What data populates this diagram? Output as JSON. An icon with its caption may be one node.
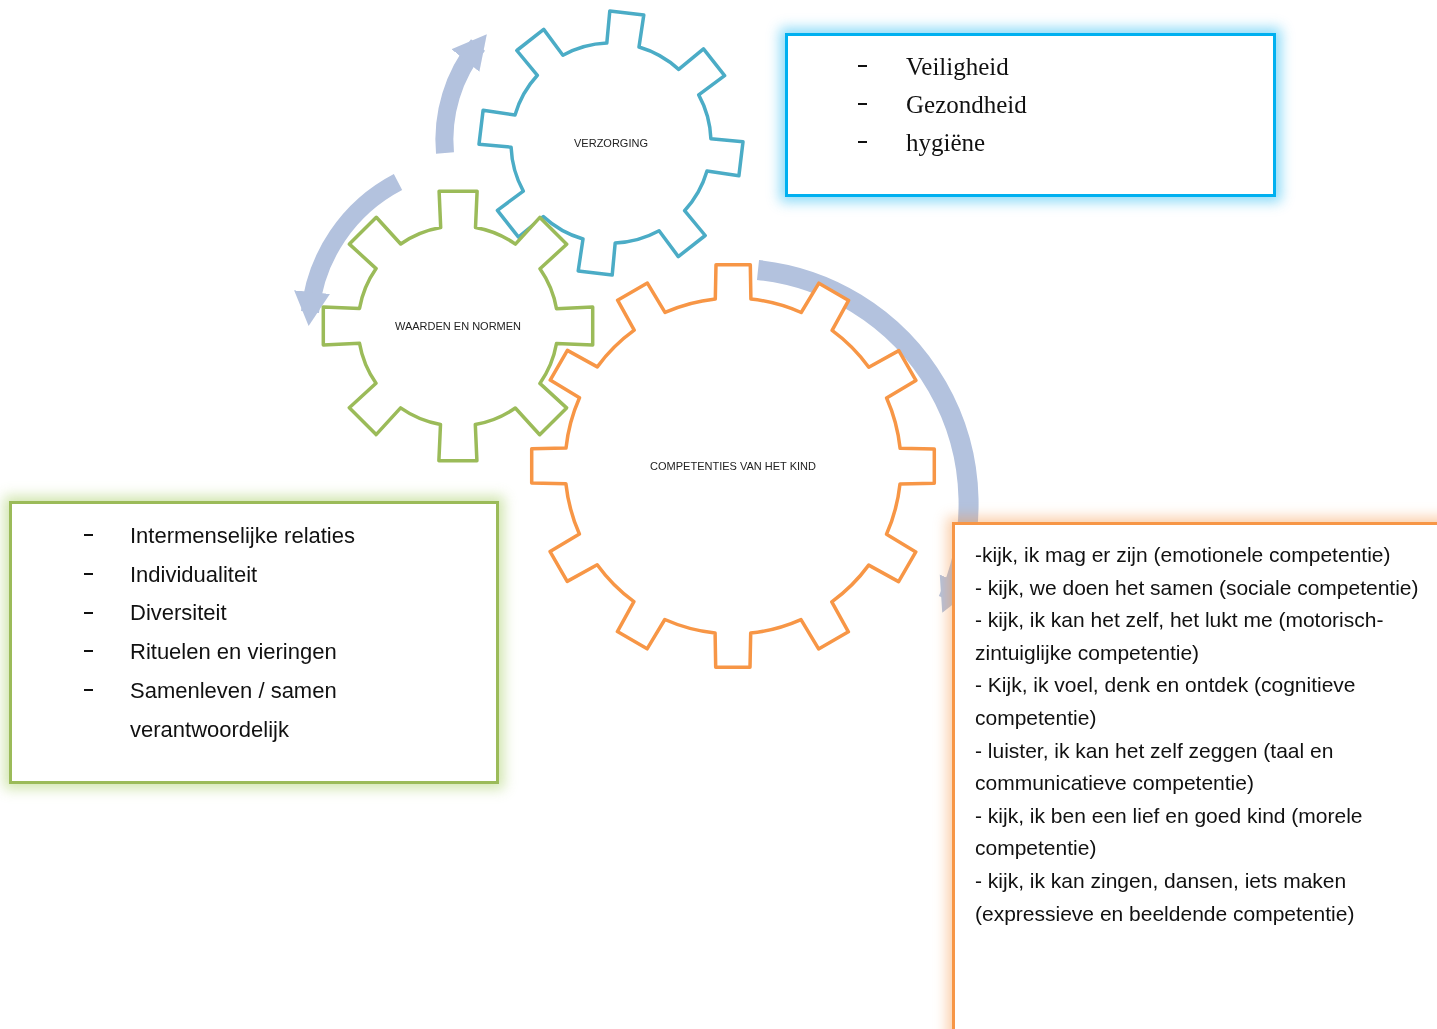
{
  "diagram": {
    "nodes": [
      {
        "text": [
          "VERZORGING"
        ]
      },
      {
        "text": [
          "WAARDEN EN NORMEN"
        ]
      },
      {
        "text": [
          "COMPETENTIES VAN HET KIND"
        ]
      },
      {
        "text": [
          "Veiligheid",
          "Gezondheid",
          "hygiëne"
        ]
      },
      {
        "text": [
          "Intermenselijke relaties",
          "Individualiteit",
          "Diversiteit",
          "Rituelen en vieringen",
          "Samenleven / samen verantwoordelijk"
        ]
      },
      {
        "text": [
          "-kijk, ik mag er zijn (emotionele competentie)",
          "- kijk, we doen het samen (sociale competentie)",
          "- kijk, ik kan het zelf, het lukt me (motorisch-zintuiglijke competentie)",
          "- Kijk, ik voel, denk en ontdek (cognitieve competentie)",
          "- luister, ik kan het zelf zeggen (taal en communicatieve competentie)",
          "- kijk, ik ben een lief en goed kind (morele competentie)",
          "- kijk, ik kan zingen, dansen, iets maken (expressieve en beeldende competentie)"
        ]
      }
    ],
    "edges": [
      {
        "from": 2,
        "to": 5,
        "arrow": "to",
        "color": "#b3c2de"
      }
    ]
  }
}
